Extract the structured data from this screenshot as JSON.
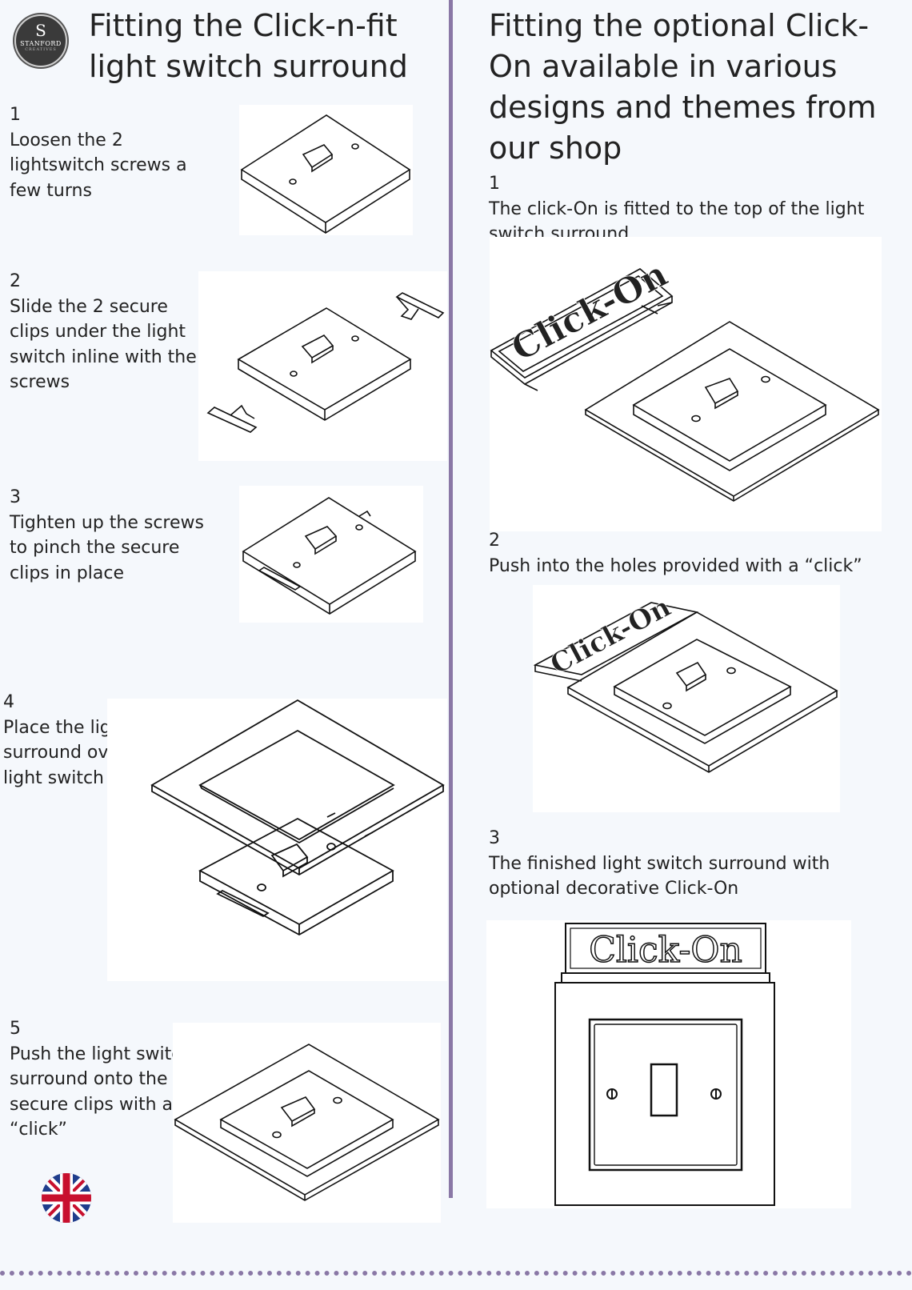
{
  "logo": {
    "letter": "S",
    "name": "STANFORD",
    "sub": "CREATIVES"
  },
  "left": {
    "title": "Fitting the Click-n-fit light switch surround",
    "steps": [
      {
        "num": "1",
        "text": "Loosen the 2 lightswitch screws a few turns"
      },
      {
        "num": "2",
        "text": "Slide the 2 secure clips under the light switch inline with the screws"
      },
      {
        "num": "3",
        "text": "Tighten up the screws to pinch the secure clips in place"
      },
      {
        "num": "4",
        "text": "Place the light switch surround over the light switch"
      },
      {
        "num": "5",
        "text": "Push the light switch surround onto the secure clips with a “click”"
      }
    ]
  },
  "right": {
    "title": "Fitting the optional Click-On available in various designs and themes from our shop",
    "steps": [
      {
        "num": "1",
        "text": "The click-On is fitted to the top of the light switch surround"
      },
      {
        "num": "2",
        "text": "Push into the  holes provided with a “click”"
      },
      {
        "num": "3",
        "text": "The finished light switch surround with optional decorative Click-On"
      }
    ]
  },
  "clickon_label": "Click-On",
  "colors": {
    "divider": "#8a78a6",
    "background": "#f5f8fc"
  },
  "icons": {
    "flag": "uk-flag-icon",
    "logo": "stanford-creatives-logo"
  }
}
